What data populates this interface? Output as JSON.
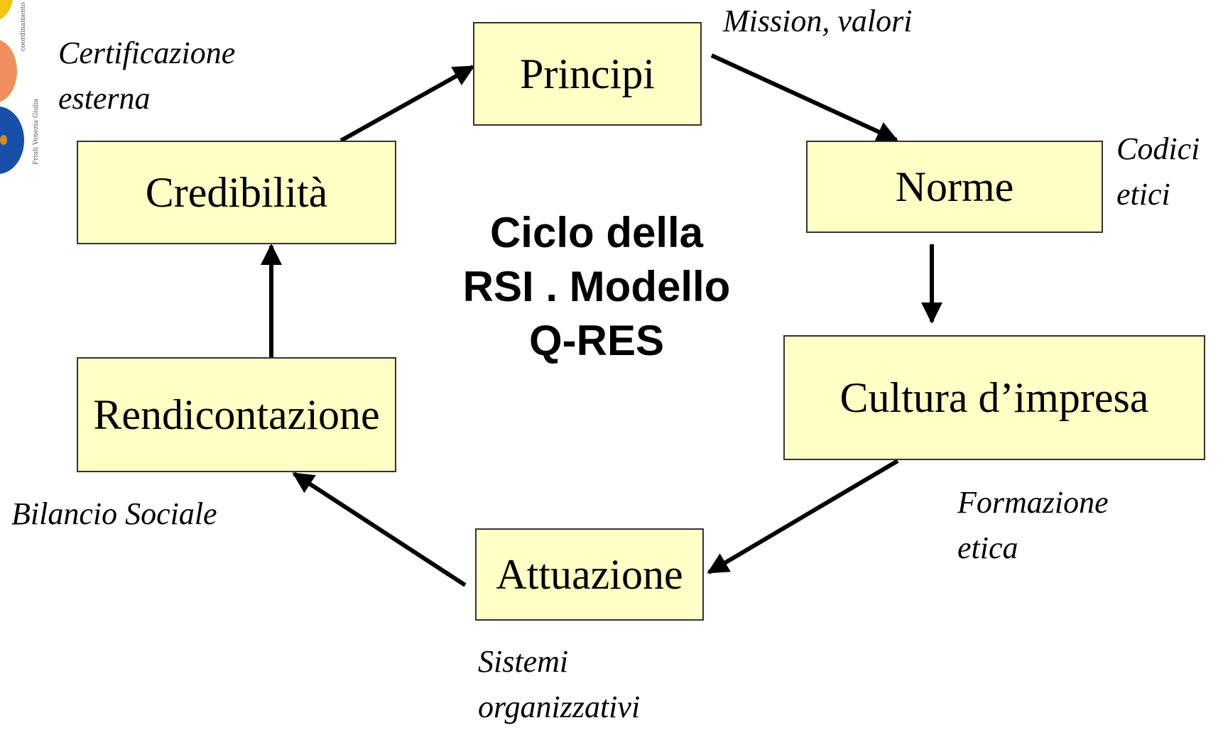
{
  "title": {
    "line1": "Ciclo della",
    "line2": "RSI . Modello",
    "line3": "Q-RES"
  },
  "boxes": {
    "principi": "Principi",
    "norme": "Norme",
    "cultura": "Cultura d’impresa",
    "attuazione": "Attuazione",
    "rendicontazione": "Rendicontazione",
    "credibilita": "Credibilità"
  },
  "notes": {
    "mission": "Mission, valori",
    "codici_1": "Codici",
    "codici_2": "etici",
    "formazione_1": "Formazione",
    "formazione_2": "etica",
    "sistemi_1": "Sistemi",
    "sistemi_2": "organizzativi",
    "bilancio": "Bilancio Sociale",
    "certificazione_1": "Certificazione",
    "certificazione_2": "esterna"
  },
  "logo": {
    "text_1": "coordinamento",
    "text_2": "Friuli Venezia Giulia"
  },
  "colors": {
    "box_fill": "#ffffc6",
    "box_border": "#333333",
    "arrow": "#000000"
  }
}
